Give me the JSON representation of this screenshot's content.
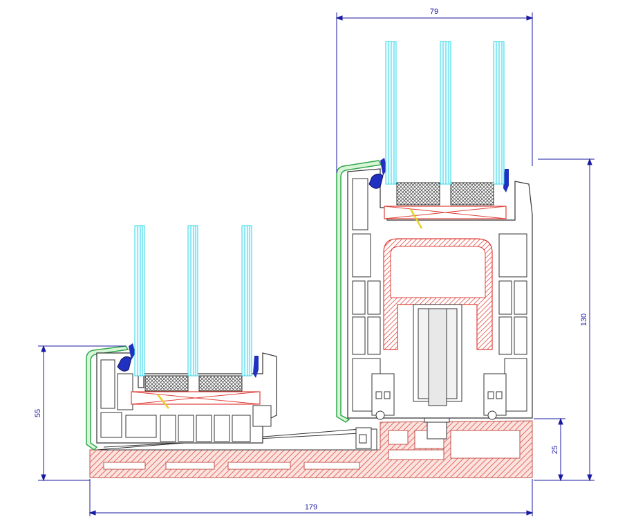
{
  "dimensions": {
    "overall_width": "179",
    "sash_width": "79",
    "fixed_height": "55",
    "sliding_height": "130",
    "track_height": "25"
  },
  "colors": {
    "dimension": "#1a1aa0",
    "outline": "#333333",
    "glass": "#33d6e8",
    "reinforcement": "#e0403a",
    "hatch": "#e86a60",
    "cover_strip": "#2fa84a",
    "gasket": "#2030c0",
    "spacer_mesh": "#555555",
    "seal_wire": "#e8d020"
  }
}
